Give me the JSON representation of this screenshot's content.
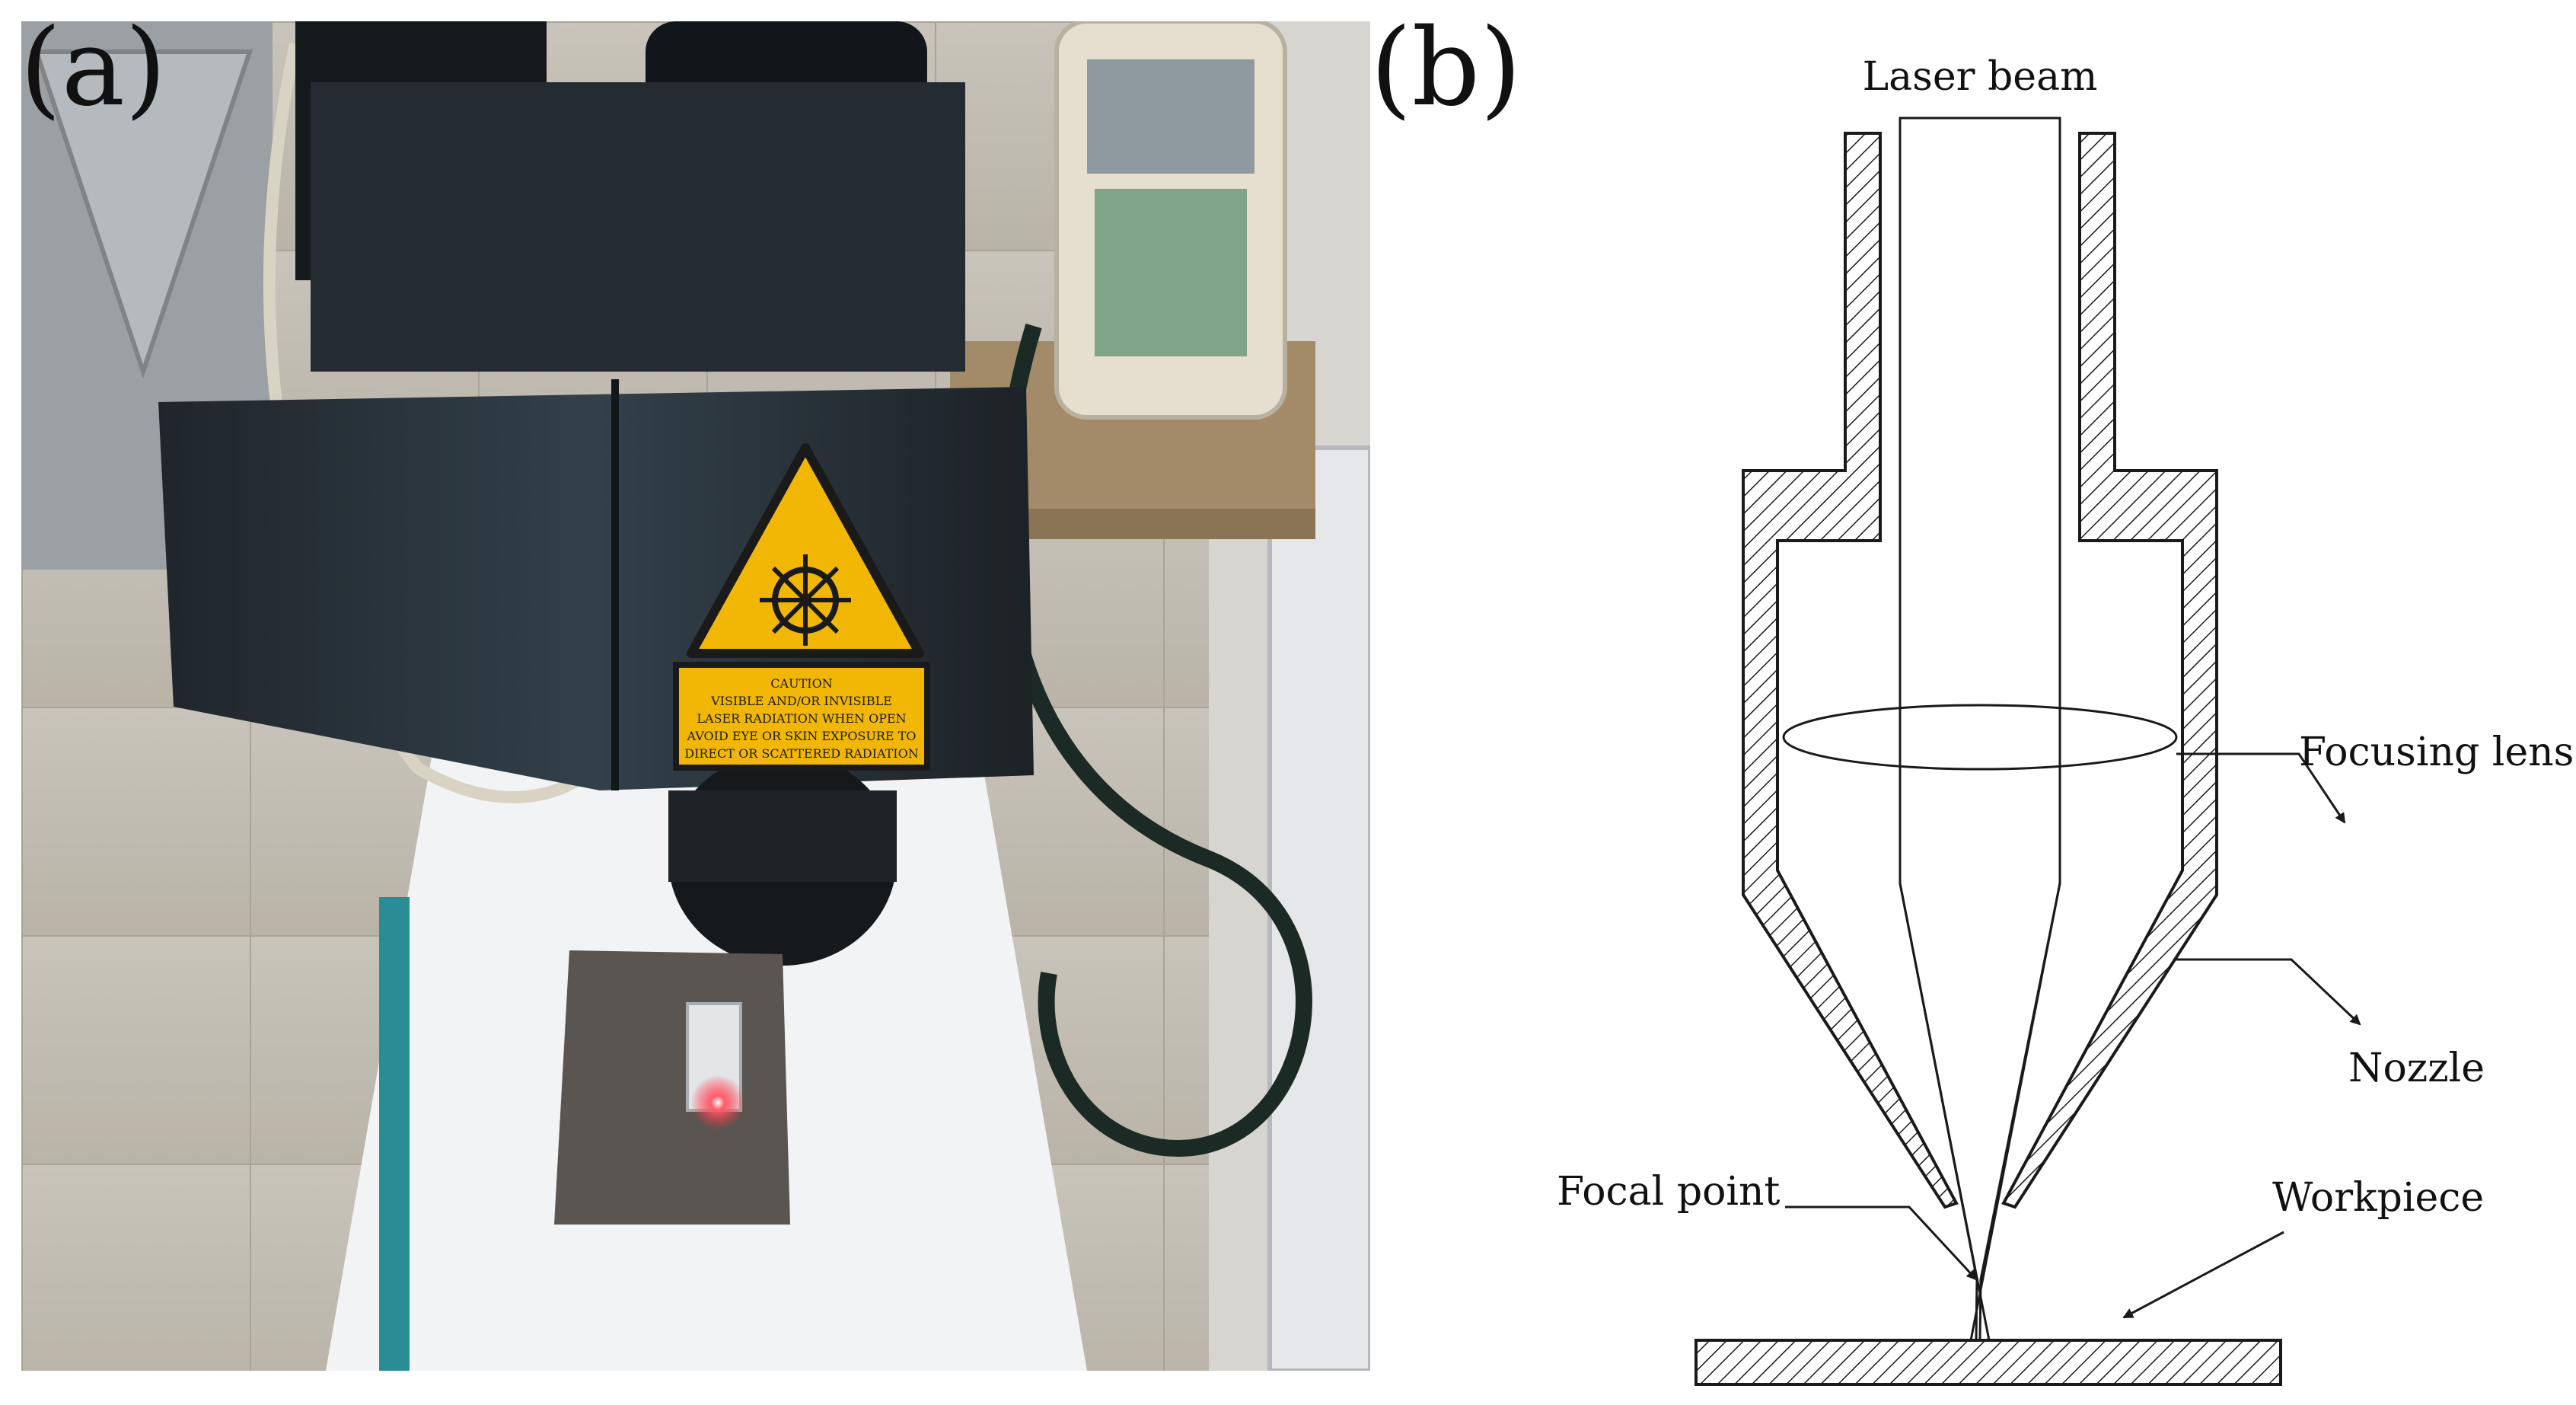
{
  "panels": {
    "a": {
      "label": "(a)"
    },
    "b": {
      "label": "(b)"
    }
  },
  "photo": {
    "warning_sign": {
      "caution_lines": [
        "CAUTION",
        "VISIBLE AND/OR INVISIBLE",
        "LASER RADIATION WHEN OPEN",
        "AVOID EYE OR SKIN EXPOSURE TO",
        "DIRECT OR SCATTERED RADIATION"
      ]
    }
  },
  "diagram": {
    "labels": {
      "laser_beam": "Laser beam",
      "focusing_lens": "Focusing lens",
      "nozzle": "Nozzle",
      "focal_point": "Focal point",
      "workpiece": "Workpiece"
    }
  },
  "colors": {
    "stroke": "#1a1a1a",
    "warning_yellow": "#f2b705",
    "laser_red": "#ff2a3c",
    "plate": "#5a5550",
    "head_body": "#2a3238"
  }
}
